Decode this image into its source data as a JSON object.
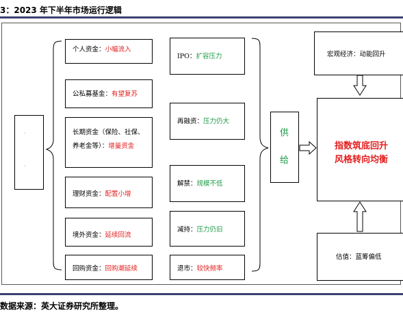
{
  "title": "3：2023 年下半年市场运行逻辑",
  "source": "数据来源：英大证券研究所整理。",
  "left_box": {
    "mark_top": "·",
    "mark_bottom": "·"
  },
  "funds": [
    {
      "label": "个人资金：",
      "value": "小幅流入"
    },
    {
      "label": "公私募基金：",
      "value": "有望复苏"
    },
    {
      "line1": "长期资金（保险、社保、",
      "line2": "养老金等）：",
      "value": "增量资金"
    },
    {
      "label": "理财资金：",
      "value": "配置小增"
    },
    {
      "label": "境外资金：",
      "value": "延续回流"
    },
    {
      "label": "回购资金：",
      "value": "回购潮延续"
    }
  ],
  "supply_items": [
    {
      "label": "IPO：",
      "value": "扩容压力"
    },
    {
      "label": "再融资：",
      "value": "压力仍大"
    },
    {
      "label": "解禁：",
      "value": "规模不低"
    },
    {
      "label": "减持：",
      "value": "压力仍旧"
    },
    {
      "label": "退市：",
      "value": "较快频率"
    }
  ],
  "supply_box": {
    "char1": "供",
    "char2": "给"
  },
  "macro": "宏观经济：动能回升",
  "valuation": "估值：蓝筹偏低",
  "center": {
    "line1": "指数筑底回升",
    "line2": "风格转向均衡"
  },
  "colors": {
    "accent_red": "#e32020",
    "accent_green": "#1d9a46",
    "rule": "#3b3f6e"
  }
}
